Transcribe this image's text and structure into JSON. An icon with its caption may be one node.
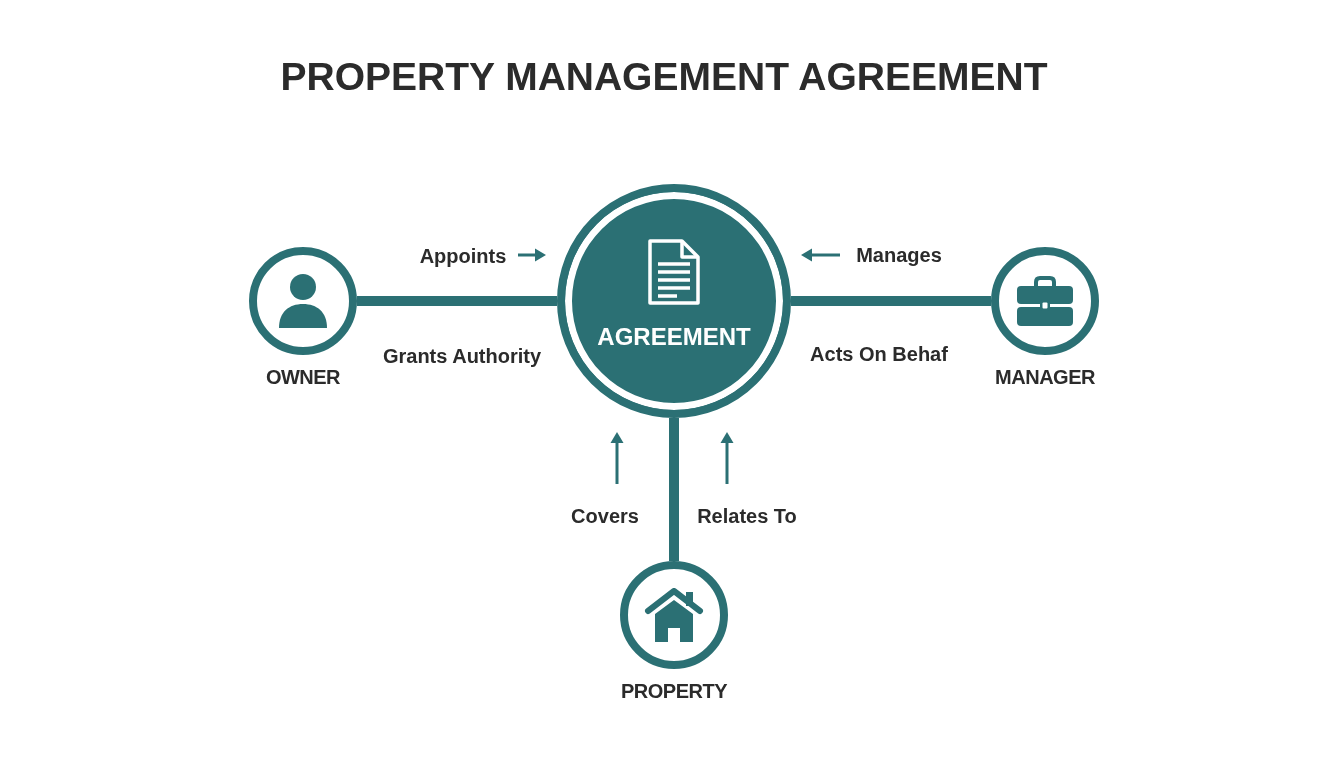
{
  "diagram": {
    "title": "PROPERTY MANAGEMENT AGREEMENT",
    "nodes": [
      {
        "text": [
          "OWNER"
        ]
      },
      {
        "text": [
          "AGREEMENT"
        ]
      },
      {
        "text": [
          "MANAGER"
        ]
      },
      {
        "text": [
          "PROPERTY"
        ]
      }
    ],
    "edges": [
      {
        "from": 0,
        "to": 1,
        "arrow": "none"
      },
      {
        "from": 2,
        "to": 1,
        "arrow": "none"
      },
      {
        "from": 3,
        "to": 1,
        "arrow": "none"
      }
    ],
    "labels": [
      "Appoints",
      "Grants Authority",
      "Manages",
      "Acts On Behaf",
      "Covers",
      "Relates To"
    ]
  }
}
